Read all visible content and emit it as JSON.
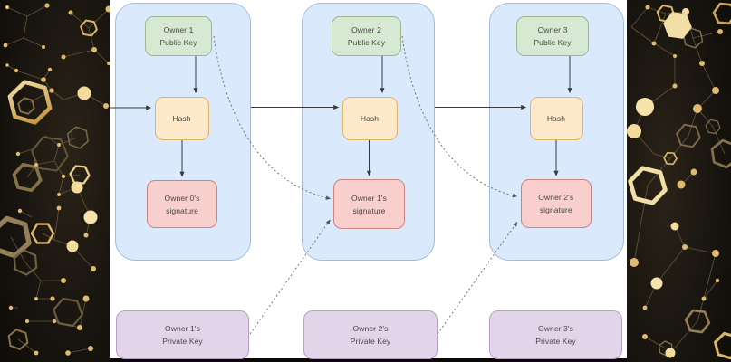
{
  "diagram": {
    "columns": [
      {
        "public_key": {
          "line1": "Owner 1",
          "line2": "Public Key"
        },
        "hash": "Hash",
        "signature": {
          "line1": "Owner 0's",
          "line2": "signature"
        },
        "private_key": {
          "line1": "Owner 1's",
          "line2": "Private Key"
        }
      },
      {
        "public_key": {
          "line1": "Owner 2",
          "line2": "Public Key"
        },
        "hash": "Hash",
        "signature": {
          "line1": "Owner 1's",
          "line2": "signature"
        },
        "private_key": {
          "line1": "Owner 2's",
          "line2": "Private Key"
        }
      },
      {
        "public_key": {
          "line1": "Owner 3",
          "line2": "Public Key"
        },
        "hash": "Hash",
        "signature": {
          "line1": "Owner 2's",
          "line2": "signature"
        },
        "private_key": {
          "line1": "Owner 3's",
          "line2": "Private Key"
        }
      }
    ],
    "colors": {
      "container_fill": "#dbe9fc",
      "container_border": "#a3bcdd",
      "public_key_fill": "#d8e9d3",
      "public_key_border": "#9cb88c",
      "hash_fill": "#feeacb",
      "hash_border": "#e0b469",
      "signature_fill": "#f8cfcc",
      "signature_border": "#c9847f",
      "private_key_fill": "#e3d5e9",
      "private_key_border": "#b89dc5",
      "solid_arrow": "#3a3a3a",
      "dashed_arrow": "#666666",
      "canvas_background": "#ffffff",
      "band_background": "#15110d",
      "band_gold": "#e2bc6a"
    }
  }
}
